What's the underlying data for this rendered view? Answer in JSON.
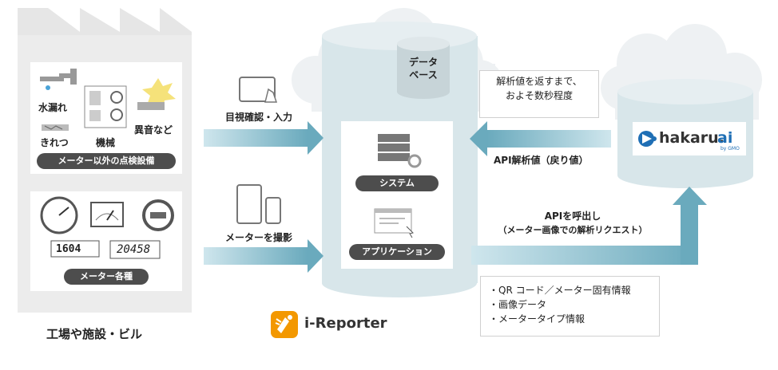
{
  "factory": {
    "caption": "工場や施設・ビル",
    "panel_top": {
      "leak": "水漏れ",
      "clean": "きれつ",
      "machine": "機械",
      "noise": "異音など",
      "title": "メーター以外の点検設備"
    },
    "panel_bottom": {
      "counter1": "1604",
      "counter2": "20458",
      "title": "メーター各種"
    }
  },
  "arrows": {
    "visual_input": "目視確認・入力",
    "meter_photo": "メーターを撮影",
    "api_result": "API解析値（戻り値）",
    "api_call_line1": "APIを呼出し",
    "api_call_line2": "（メーター画像での解析リクエスト）"
  },
  "ireporter": {
    "db_line1": "データ",
    "db_line2": "ベース",
    "system": "システム",
    "app": "アプリケーション",
    "logo_text": "i-Reporter"
  },
  "hakaru": {
    "logo_main": "hakaru.",
    "logo_ai": "ai",
    "logo_by": "by GMO"
  },
  "bubbles": {
    "timing_line1": "解析値を返すまで、",
    "timing_line2": "およそ数秒程度",
    "info": [
      "・QR コード／メーター固有情報",
      "・画像データ",
      "・メータータイプ情報"
    ]
  },
  "colors": {
    "factory_gray": "#ededed",
    "arrow_blue": "#7ab5c6",
    "cylinder": "#d8e6ea",
    "cloud": "#eef1f3",
    "accent_orange": "#f39800"
  }
}
